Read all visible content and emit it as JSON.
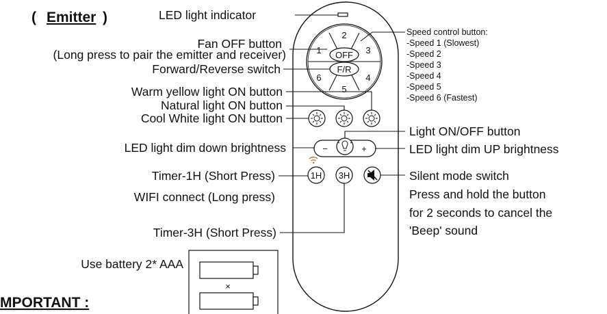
{
  "title": {
    "paren_open": "(",
    "text": "Emitter",
    "paren_close": ")"
  },
  "important": "MPORTANT :",
  "labels": {
    "led_indicator": "LED light indicator",
    "fan_off": "Fan OFF button",
    "fan_off_note": "(Long press to pair the emitter and receiver)",
    "fr_switch": "Forward/Reverse switch",
    "warm": "Warm yellow light ON button",
    "natural": "Natural light ON button",
    "cool": "Cool White light ON button",
    "dim_down": "LED light dim down brightness",
    "timer1_short": "Timer-1H (Short Press)",
    "wifi": "WIFI connect (Long press)",
    "timer3_short": "Timer-3H (Short Press)",
    "battery": "Use battery 2* AAA",
    "light_onoff": "Light ON/OFF button",
    "dim_up": "LED light dim UP brightness",
    "silent_1": "Silent mode switch",
    "silent_2": "Press and hold the button",
    "silent_3": "for 2 seconds to cancel the",
    "silent_4": "'Beep' sound"
  },
  "speed": {
    "heading": "Speed control button:",
    "items": [
      "-Speed 1 (Slowest)",
      "-Speed 2",
      "-Speed 3",
      "-Speed 4",
      "-Speed 5",
      "-Speed 6 (Fastest)"
    ]
  },
  "remote": {
    "off": "OFF",
    "fr": "F/R",
    "n1": "1",
    "n2": "2",
    "n3": "3",
    "n4": "4",
    "n5": "5",
    "n6": "6",
    "minus": "−",
    "plus": "+",
    "t1": "1H",
    "t3": "3H",
    "battery_x": "×"
  }
}
